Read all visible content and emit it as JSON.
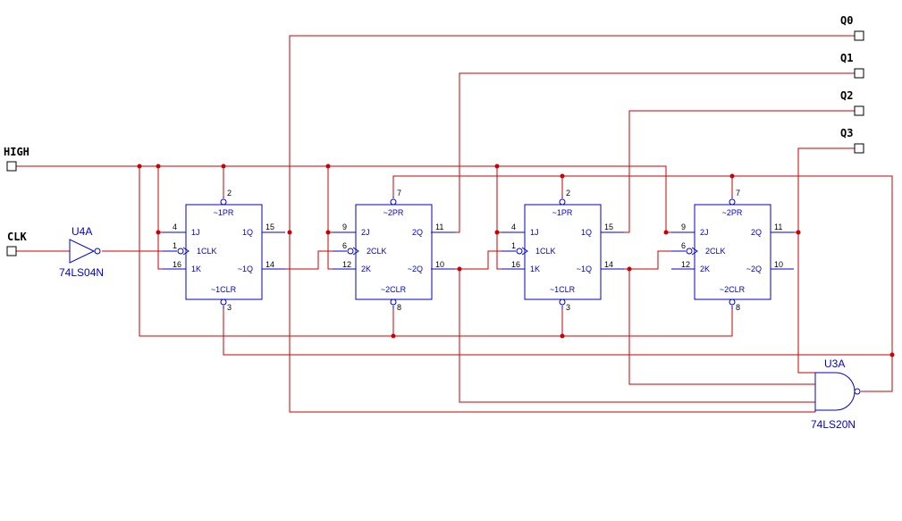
{
  "ports": {
    "inputs": [
      "HIGH",
      "CLK"
    ],
    "outputs": [
      "Q0",
      "Q1",
      "Q2",
      "Q3"
    ]
  },
  "inverter": {
    "ref": "U4A",
    "part": "74LS04N"
  },
  "nand_gate": {
    "ref": "U3A",
    "part": "74LS20N"
  },
  "flipflops": [
    {
      "pins": {
        "pr": "2",
        "j": "4",
        "clk": "1",
        "k": "16",
        "q": "15",
        "nq": "14",
        "clr": "3"
      },
      "labels": {
        "pr": "~1PR",
        "j": "1J",
        "clk": "1CLK",
        "k": "1K",
        "q": "1Q",
        "nq": "~1Q",
        "clr": "~1CLR"
      }
    },
    {
      "pins": {
        "pr": "7",
        "j": "9",
        "clk": "6",
        "k": "12",
        "q": "11",
        "nq": "10",
        "clr": "8"
      },
      "labels": {
        "pr": "~2PR",
        "j": "2J",
        "clk": "2CLK",
        "k": "2K",
        "q": "2Q",
        "nq": "~2Q",
        "clr": "~2CLR"
      }
    },
    {
      "pins": {
        "pr": "2",
        "j": "4",
        "clk": "1",
        "k": "16",
        "q": "15",
        "nq": "14",
        "clr": "3"
      },
      "labels": {
        "pr": "~1PR",
        "j": "1J",
        "clk": "1CLK",
        "k": "1K",
        "q": "1Q",
        "nq": "~1Q",
        "clr": "~1CLR"
      }
    },
    {
      "pins": {
        "pr": "7",
        "j": "9",
        "clk": "6",
        "k": "12",
        "q": "11",
        "nq": "10",
        "clr": "8"
      },
      "labels": {
        "pr": "~2PR",
        "j": "2J",
        "clk": "2CLK",
        "k": "2K",
        "q": "2Q",
        "nq": "~2Q",
        "clr": "~2CLR"
      }
    }
  ],
  "colors": {
    "wire": "#cc0000",
    "component": "#0000cc",
    "text": "#000000",
    "background": "#ffffff"
  }
}
